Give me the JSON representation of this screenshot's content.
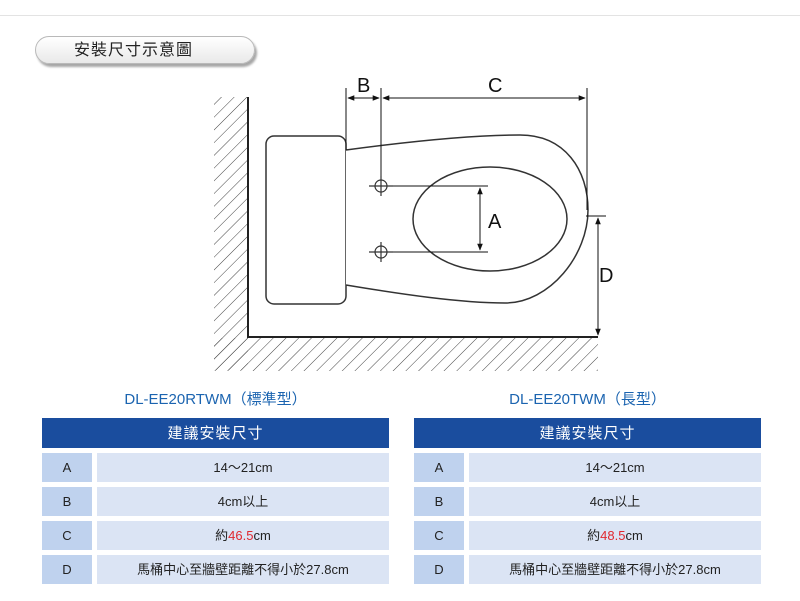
{
  "section": {
    "title": "安裝尺寸示意圖"
  },
  "diagram": {
    "labels": {
      "a": "A",
      "b": "B",
      "c": "C",
      "d": "D"
    }
  },
  "tables": [
    {
      "model": "DL-EE20RTWM（標準型）",
      "header": "建議安裝尺寸",
      "rows": [
        {
          "key": "A",
          "value": "14～21cm"
        },
        {
          "key": "B",
          "value": "4cm以上"
        },
        {
          "key": "C",
          "prefix": "約",
          "highlight": "46.5",
          "suffix": "cm"
        },
        {
          "key": "D",
          "value": "馬桶中心至牆壁距離不得小於27.8cm"
        }
      ]
    },
    {
      "model": "DL-EE20TWM（長型）",
      "header": "建議安裝尺寸",
      "rows": [
        {
          "key": "A",
          "value": "14～21cm"
        },
        {
          "key": "B",
          "value": "4cm以上"
        },
        {
          "key": "C",
          "prefix": "約",
          "highlight": "48.5",
          "suffix": "cm"
        },
        {
          "key": "D",
          "value": "馬桶中心至牆壁距離不得小於27.8cm"
        }
      ]
    }
  ],
  "colors": {
    "header_bg": "#1a4d9e",
    "key_bg": "#bfd2ee",
    "value_bg": "#dbe4f4",
    "model_title": "#1b64b0",
    "highlight": "#e0282f"
  }
}
